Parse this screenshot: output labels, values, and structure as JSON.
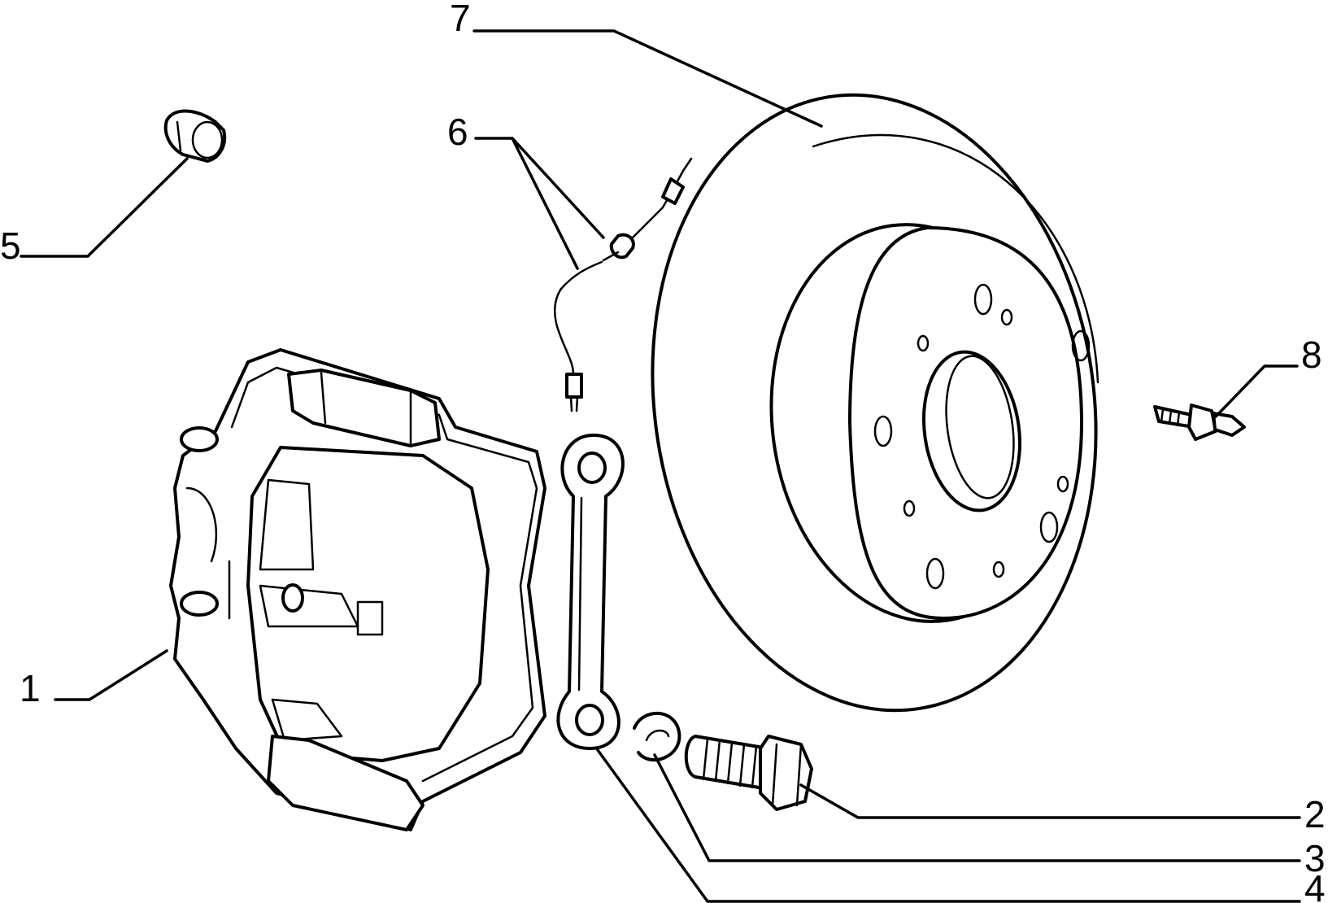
{
  "diagram": {
    "type": "exploded-parts-drawing",
    "callouts": [
      {
        "id": "1",
        "label": "1",
        "part": "brake-caliper"
      },
      {
        "id": "2",
        "label": "2",
        "part": "caliper-bolt"
      },
      {
        "id": "3",
        "label": "3",
        "part": "lock-washer"
      },
      {
        "id": "4",
        "label": "4",
        "part": "locking-plate"
      },
      {
        "id": "5",
        "label": "5",
        "part": "bleed-cap"
      },
      {
        "id": "6",
        "label": "6",
        "part": "pad-wear-sensor-wire"
      },
      {
        "id": "7",
        "label": "7",
        "part": "brake-disc"
      },
      {
        "id": "8",
        "label": "8",
        "part": "stud-screw"
      }
    ]
  },
  "colors": {
    "ink": "#000000",
    "paper": "#ffffff"
  }
}
